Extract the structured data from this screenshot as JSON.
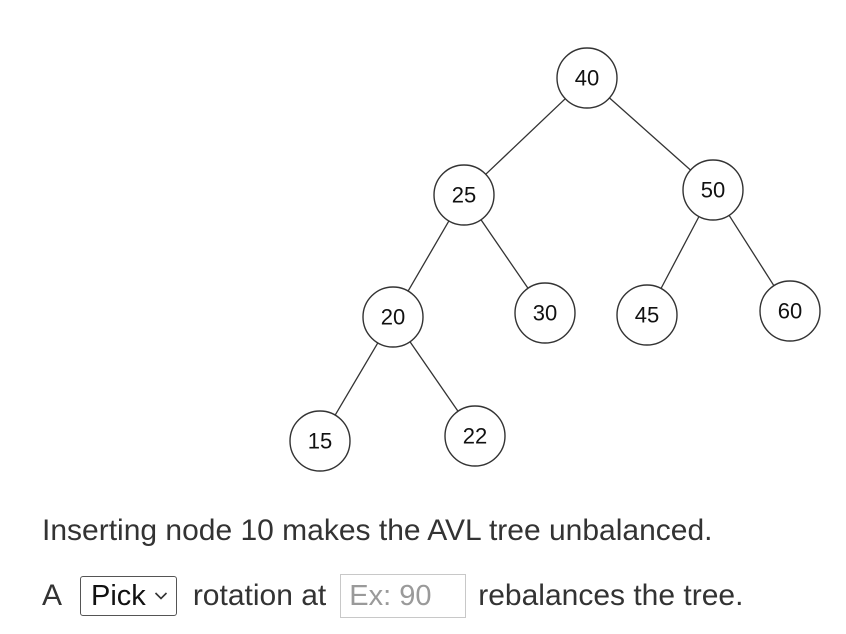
{
  "tree": {
    "nodes": [
      {
        "id": "40",
        "label": "40"
      },
      {
        "id": "25",
        "label": "25"
      },
      {
        "id": "50",
        "label": "50"
      },
      {
        "id": "20",
        "label": "20"
      },
      {
        "id": "30",
        "label": "30"
      },
      {
        "id": "45",
        "label": "45"
      },
      {
        "id": "60",
        "label": "60"
      },
      {
        "id": "15",
        "label": "15"
      },
      {
        "id": "22",
        "label": "22"
      }
    ],
    "edges": [
      [
        "40",
        "25"
      ],
      [
        "40",
        "50"
      ],
      [
        "25",
        "20"
      ],
      [
        "25",
        "30"
      ],
      [
        "50",
        "45"
      ],
      [
        "50",
        "60"
      ],
      [
        "20",
        "15"
      ],
      [
        "20",
        "22"
      ]
    ]
  },
  "statement": "Inserting node 10 makes the AVL tree unbalanced.",
  "question": {
    "prefix": "A",
    "rotation_select": {
      "selected": "Pick"
    },
    "middle": "rotation at",
    "node_input": {
      "value": "",
      "placeholder": "Ex: 90"
    },
    "suffix": "rebalances the tree."
  }
}
